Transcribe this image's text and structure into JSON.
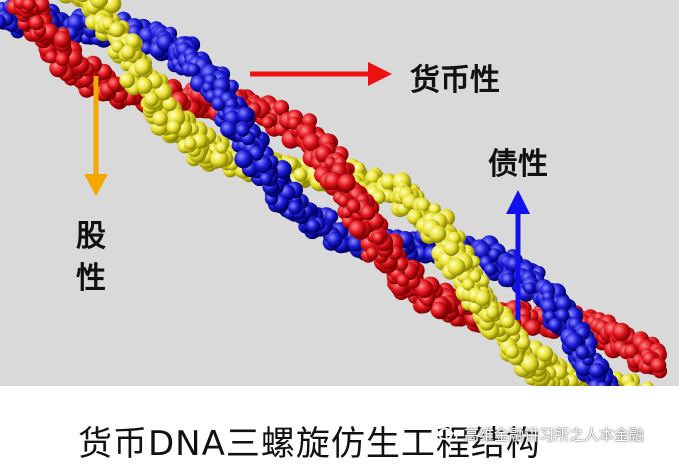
{
  "diagram": {
    "labels": {
      "currency": "货币性",
      "debt": "债性",
      "equity": "股性"
    },
    "caption": "货币DNA三螺旋仿生工程结构",
    "watermark": "高维金融讲习所之人本金融",
    "icons": {
      "watermark": "wechat-icon"
    },
    "colors": {
      "background": "#d9d9da",
      "currency_strand": "#e0141c",
      "debt_strand": "#1a1ad6",
      "equity_strand": "#e8e032",
      "equity_arrow": "#f5a800",
      "currency_arrow": "#ee1111",
      "debt_arrow": "#1111ee"
    }
  }
}
